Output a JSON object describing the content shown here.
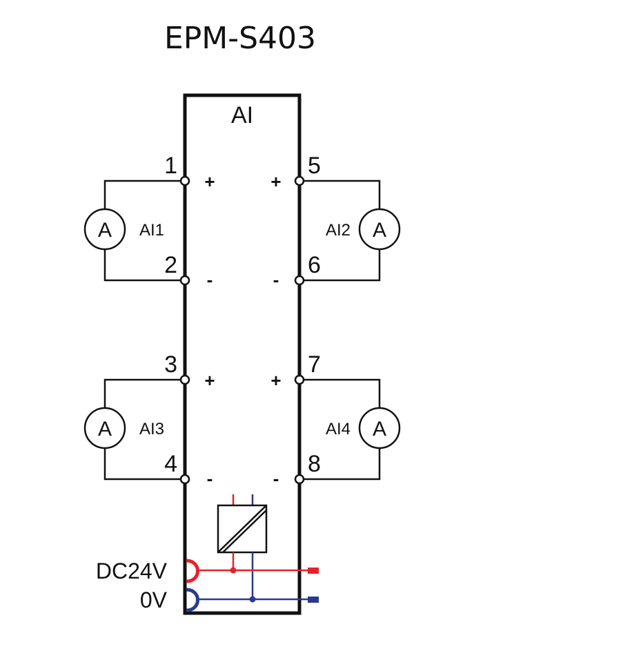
{
  "title": "EPM-S403",
  "module_label": "AI",
  "terminals": [
    "1",
    "2",
    "3",
    "4",
    "5",
    "6",
    "7",
    "8"
  ],
  "polarity": {
    "plus": "+",
    "minus": "-"
  },
  "channels": [
    "AI1",
    "AI2",
    "AI3",
    "AI4"
  ],
  "meter_symbol": "A",
  "power": {
    "supply_label": "DC24V",
    "ground_label": "0V"
  },
  "colors": {
    "supply": "#e8202a",
    "ground": "#2b3990",
    "line": "#111111"
  }
}
